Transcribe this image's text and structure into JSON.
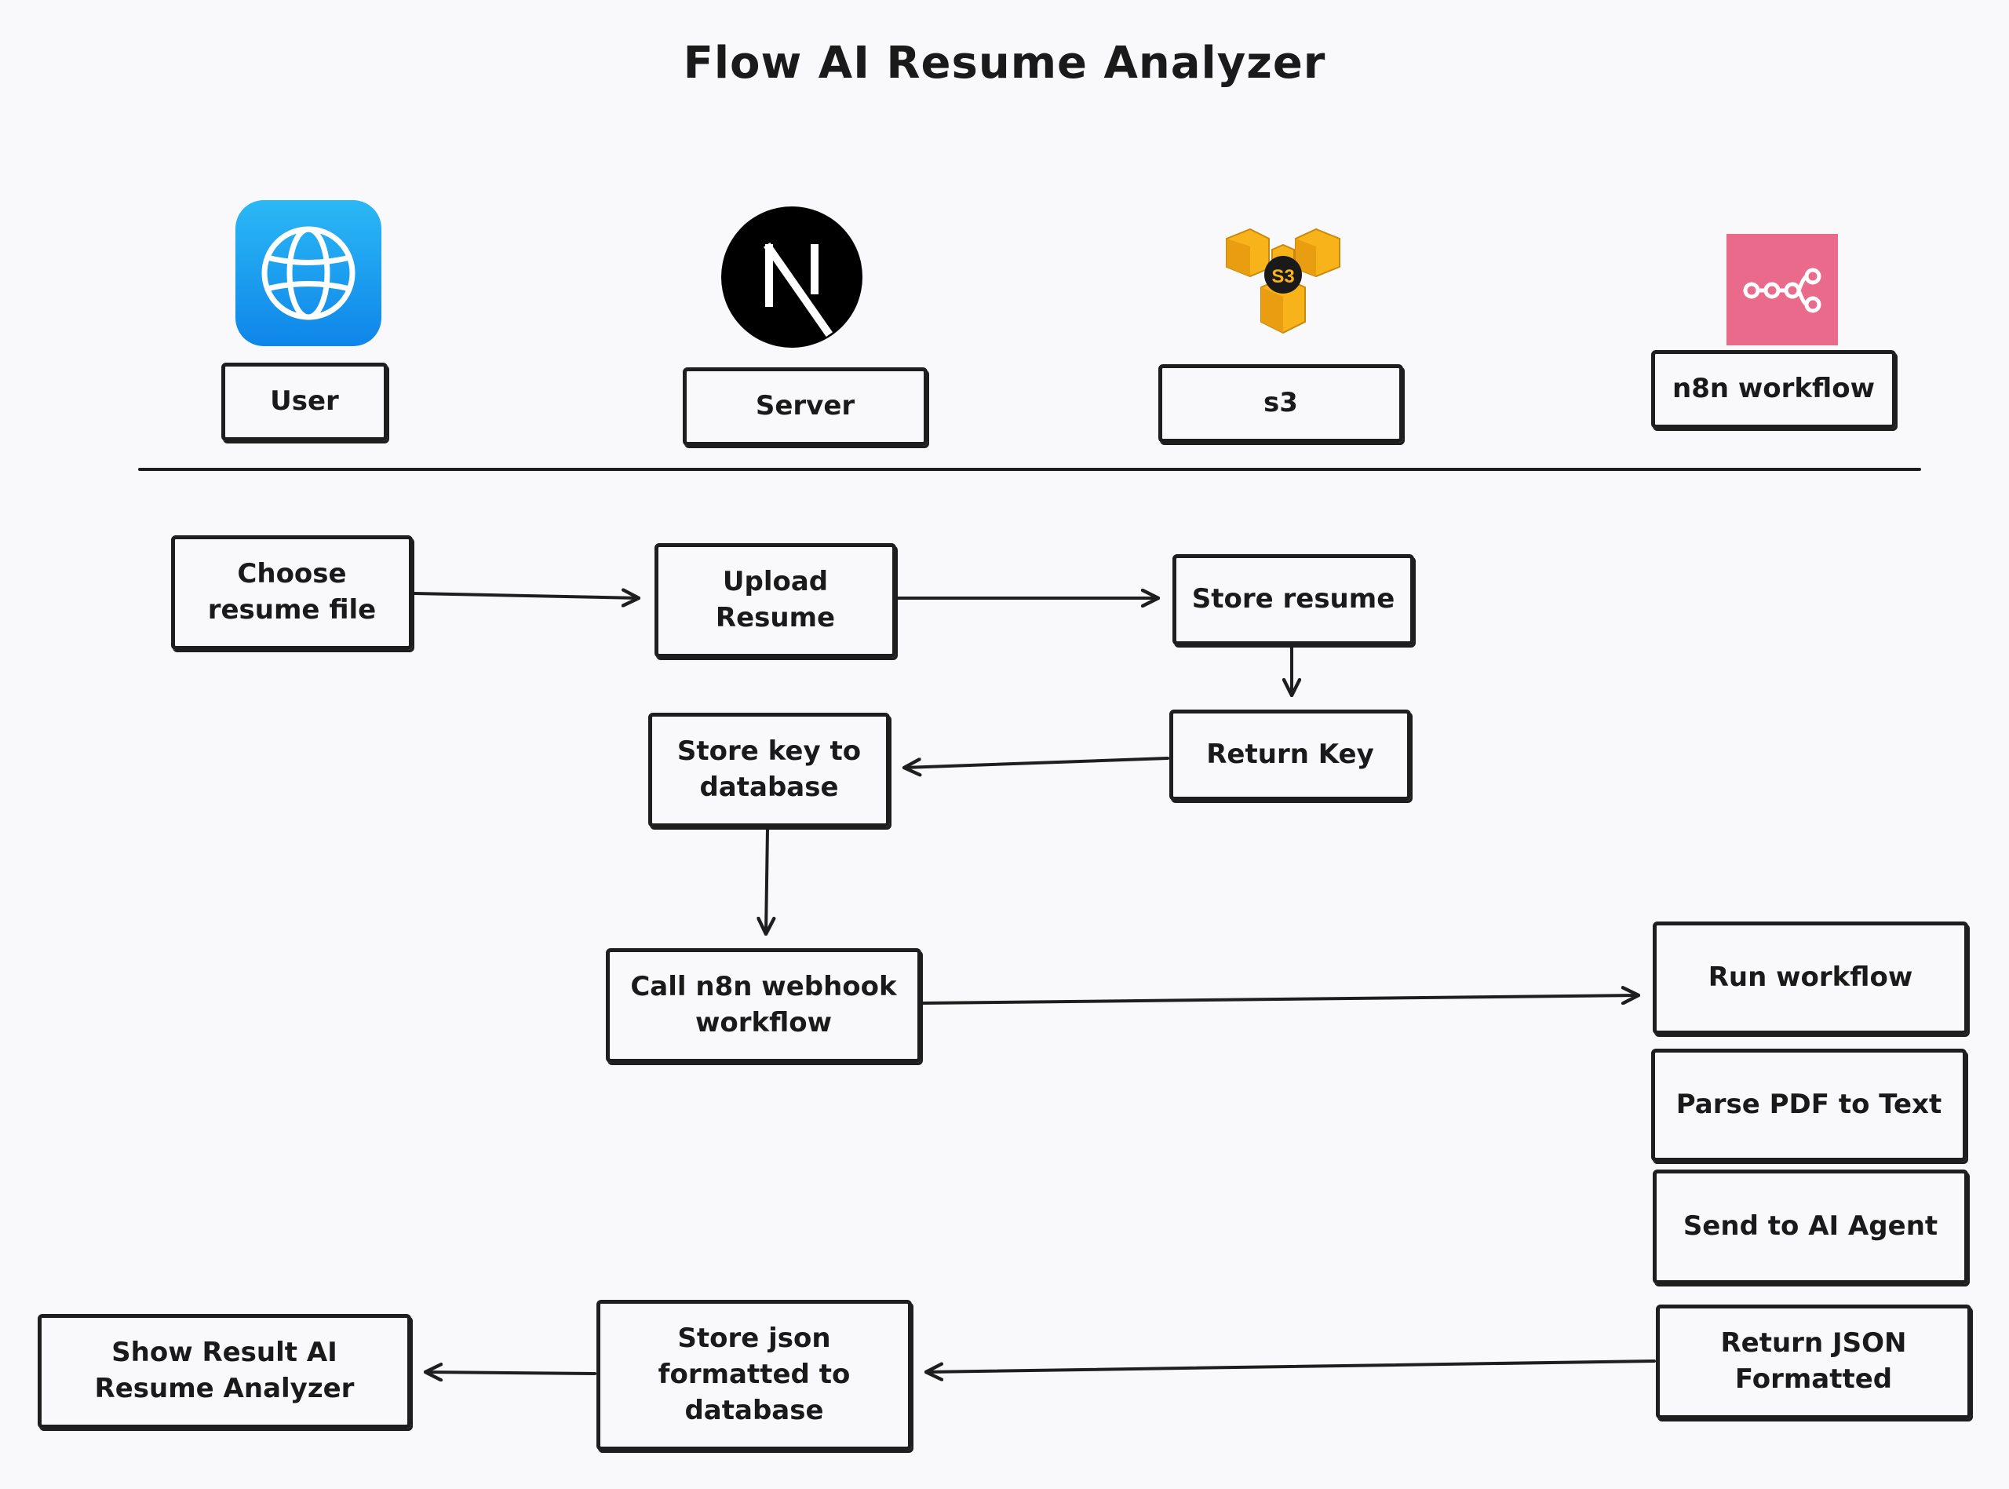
{
  "title": "Flow AI Resume Analyzer",
  "actors": {
    "user": "User",
    "server": "Server",
    "s3": "s3",
    "n8n": "n8n workflow"
  },
  "icons": {
    "user": "globe-icon",
    "server": "nextjs-icon",
    "s3": "aws-s3-icon",
    "n8n": "n8n-icon"
  },
  "steps": {
    "choose_file": "Choose resume file",
    "upload_resume": "Upload Resume",
    "store_resume": "Store resume",
    "return_key": "Return Key",
    "store_key": "Store key to database",
    "call_webhook": "Call n8n webhook workflow",
    "run_workflow": "Run workflow",
    "parse_pdf": "Parse PDF to Text",
    "send_ai": "Send to AI Agent",
    "return_json": "Return JSON Formatted",
    "store_json": "Store json formatted to database",
    "show_result": "Show Result AI Resume Analyzer"
  },
  "colors": {
    "ink": "#1e1e1e",
    "background": "#f9f9fb",
    "globe_blue": "#1a9cf0",
    "n8n_pink": "#ea6a8c",
    "s3_orange": "#f8b21a"
  }
}
